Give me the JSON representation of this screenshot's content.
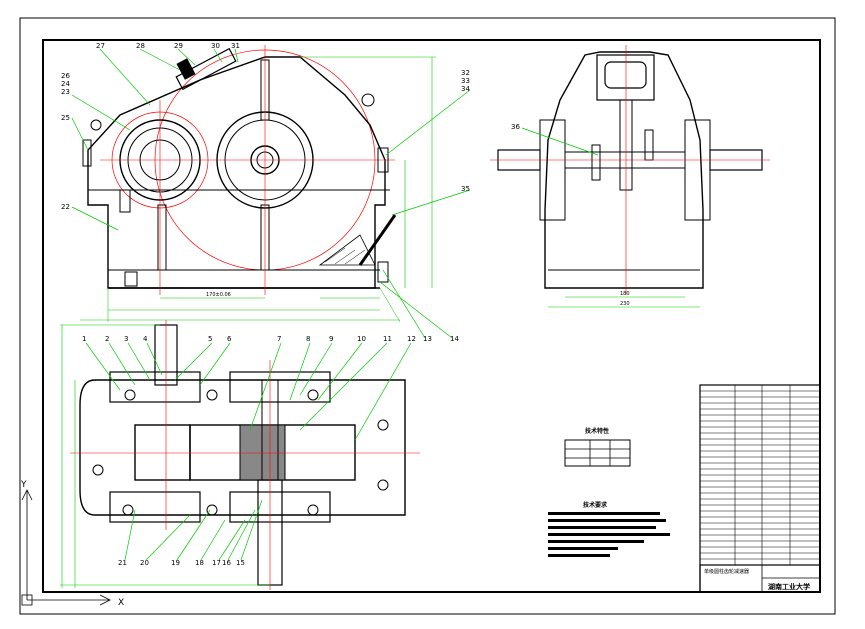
{
  "drawing": {
    "balloons_top_left": [
      "27",
      "28",
      "29",
      "30",
      "31"
    ],
    "balloons_left_stack": [
      "26",
      "25",
      "24",
      "23",
      "22"
    ],
    "balloons_right_stack": [
      "32",
      "33",
      "34",
      "35"
    ],
    "balloon_side_view": "36",
    "balloons_bottom_top": [
      "1",
      "2",
      "3",
      "4",
      "5",
      "6",
      "7",
      "8",
      "9",
      "10",
      "11",
      "12",
      "13",
      "14"
    ],
    "balloons_bottom_bottom": [
      "21",
      "20",
      "19",
      "18",
      "17",
      "16",
      "15"
    ],
    "technical_characteristics_title": "技术特性",
    "technical_requirements_title": "技术要求",
    "title_block_school": "湖南工业大学",
    "title_block_drawing_name": "单级圆柱齿轮减速器",
    "dim_center_distance": "170±0.06",
    "dim_side_widths": [
      "180",
      "230"
    ],
    "dim_axis_x": "X",
    "dim_axis_y": "Y"
  },
  "colors": {
    "line": "#000000",
    "leader": "#00cc00",
    "center": "#ff0000",
    "background": "#ffffff"
  }
}
